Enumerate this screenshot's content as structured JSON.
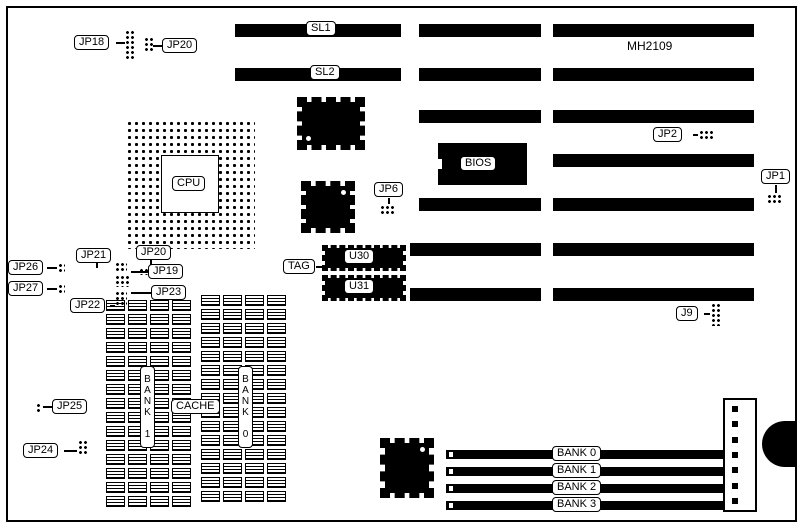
{
  "board": {
    "model": "MH2109"
  },
  "labels": {
    "jp18": "JP18",
    "jp20_top": "JP20",
    "sl1": "SL1",
    "sl2": "SL2",
    "jp2": "JP2",
    "jp1": "JP1",
    "cpu": "CPU",
    "jp6": "JP6",
    "bios": "BIOS",
    "tag": "TAG",
    "u30": "U30",
    "u31": "U31",
    "jp26": "JP26",
    "jp21": "JP21",
    "jp20b": "JP20",
    "jp27": "JP27",
    "jp19": "JP19",
    "jp23": "JP23",
    "jp22": "JP22",
    "j9": "J9",
    "jp25": "JP25",
    "jp24": "JP24",
    "cache_bank1": "BANK 1",
    "cache_bank0": "BANK 0",
    "cache": "CACHE"
  },
  "simm_banks": [
    {
      "label": "BANK 0"
    },
    {
      "label": "BANK 1"
    },
    {
      "label": "BANK 2"
    },
    {
      "label": "BANK 3"
    }
  ],
  "arrays": {
    "cache_left": {
      "count": 60,
      "class": "dip",
      "item_name": "cache-chip"
    },
    "cache_right": {
      "count": 60,
      "class": "dip",
      "item_name": "cache-chip"
    },
    "power_pins": {
      "count": 7,
      "class": "ppin",
      "item_name": "power-pin"
    }
  },
  "colors": {
    "silkscreen": "#000000",
    "background": "#ffffff"
  }
}
